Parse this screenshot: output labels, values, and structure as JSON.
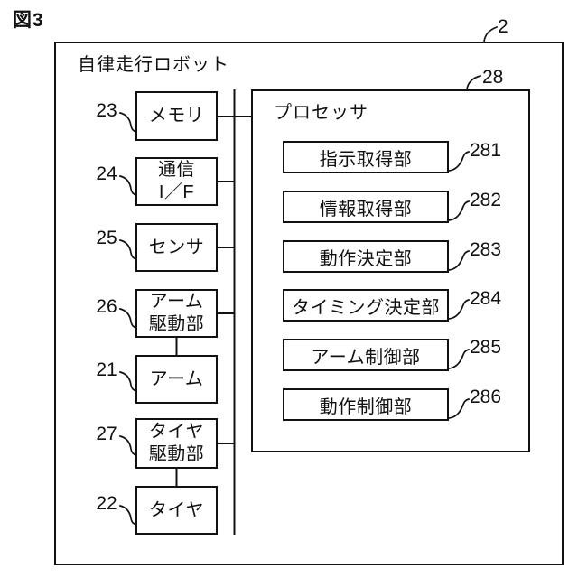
{
  "figure_label": "図3",
  "colors": {
    "line": "#111111",
    "background": "#ffffff"
  },
  "diagram": {
    "ref": "2",
    "title": "自律走行ロボット",
    "components": [
      {
        "ref": "23",
        "label": "メモリ"
      },
      {
        "ref": "24",
        "label": "通信\nI／F"
      },
      {
        "ref": "25",
        "label": "センサ"
      },
      {
        "ref": "26",
        "label": "アーム\n駆動部"
      },
      {
        "ref": "21",
        "label": "アーム"
      },
      {
        "ref": "27",
        "label": "タイヤ\n駆動部"
      },
      {
        "ref": "22",
        "label": "タイヤ"
      }
    ],
    "processor": {
      "ref": "28",
      "title": "プロセッサ",
      "units": [
        {
          "ref": "281",
          "label": "指示取得部"
        },
        {
          "ref": "282",
          "label": "情報取得部"
        },
        {
          "ref": "283",
          "label": "動作決定部"
        },
        {
          "ref": "284",
          "label": "タイミング決定部"
        },
        {
          "ref": "285",
          "label": "アーム制御部"
        },
        {
          "ref": "286",
          "label": "動作制御部"
        }
      ]
    }
  }
}
